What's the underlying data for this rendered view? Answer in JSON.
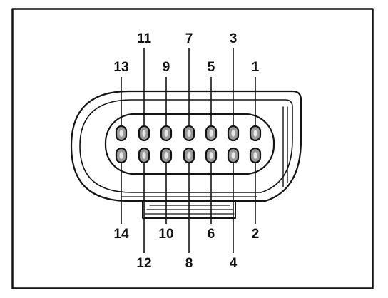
{
  "diagram": {
    "type": "connector-pinout",
    "pins_top": [
      {
        "label": "13"
      },
      {
        "label": "11"
      },
      {
        "label": "9"
      },
      {
        "label": "7"
      },
      {
        "label": "5"
      },
      {
        "label": "3"
      },
      {
        "label": "1"
      }
    ],
    "pins_bottom": [
      {
        "label": "14"
      },
      {
        "label": "12"
      },
      {
        "label": "10"
      },
      {
        "label": "8"
      },
      {
        "label": "6"
      },
      {
        "label": "4"
      },
      {
        "label": "2"
      }
    ],
    "colors": {
      "ink": "#141414",
      "pin_fill": "#9a9a9a",
      "background": "#ffffff"
    }
  }
}
